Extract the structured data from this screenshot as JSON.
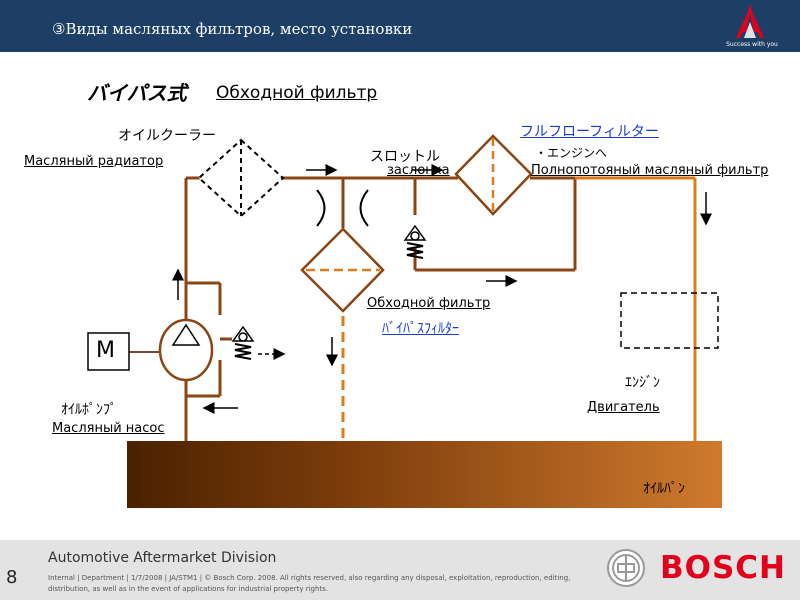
{
  "header": {
    "title": "③Виды масляных фильтров, место установки",
    "logo_tagline": "Success with you"
  },
  "diagram": {
    "heading_jp": "バイパス式",
    "heading_ru": "Обходной фильтр",
    "labels": {
      "oil_cooler_jp": "オイルクーラー",
      "oil_cooler_ru": "Масляный радиатор",
      "throttle_jp": "スロットル",
      "throttle_ru": "заслонка",
      "fullflow_jp": "フルフローフィルター",
      "to_engine_jp": "・エンジンへ",
      "fullflow_ru": "Полнопотояный масляный фильтр",
      "bypass_ru": "Обходной фильтр",
      "bypass_jp": "ﾊﾞｲﾊﾟｽﾌｨﾙﾀｰ",
      "motor": "M",
      "pump_jp": "ｵｲﾙﾎﾟﾝﾌﾟ",
      "pump_ru": "Масляный насос",
      "engine_jp": "ｴﾝｼﾞﾝ",
      "engine_ru": "Двигатель",
      "oilpan_jp": "ｵｲﾙﾊﾟﾝ"
    },
    "colors": {
      "pipe": "#8b4513",
      "orange": "#e07b1a",
      "pan_dark": "#4a2200",
      "pan_light": "#cf7a2e",
      "blue": "#1a3ad6"
    }
  },
  "footer": {
    "page_number": "8",
    "division": "Automotive Aftermarket Division",
    "legal": "Internal | Department | 1/7/2008 | JA/STM1 | © Bosch Corp. 2008. All rights reserved, also regarding any disposal, exploitation, reproduction, editing, distribution, as well as in the event of applications for industrial property rights.",
    "brand": "BOSCH"
  }
}
